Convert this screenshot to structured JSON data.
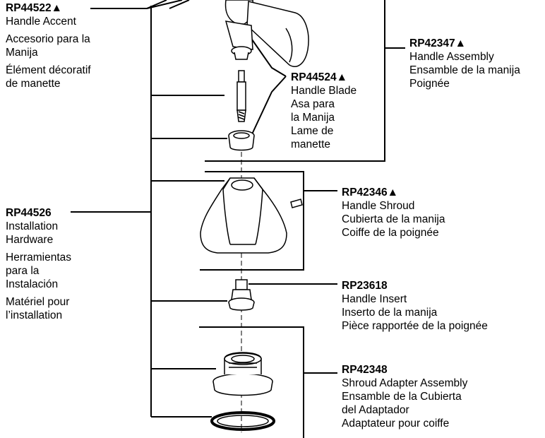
{
  "parts": {
    "rp44522": {
      "part_number": "RP44522▲",
      "en": "Handle Accent",
      "es": [
        "Accesorio para la",
        "Manija"
      ],
      "fr": [
        "Élément décoratif",
        "de manette"
      ]
    },
    "rp44524": {
      "part_number": "RP44524▲",
      "lines": [
        "Handle Blade",
        "Asa para",
        "la Manija",
        "Lame de",
        "manette"
      ]
    },
    "rp42347": {
      "part_number": "RP42347▲",
      "lines": [
        "Handle Assembly",
        "Ensamble de la manija",
        "Poignée"
      ]
    },
    "rp42346": {
      "part_number": "RP42346▲",
      "lines": [
        "Handle Shroud",
        "Cubierta de la manija",
        "Coiffe de la poignée"
      ]
    },
    "rp44526": {
      "part_number": "RP44526",
      "en": [
        "Installation",
        "Hardware"
      ],
      "es": [
        "Herramientas",
        "para la",
        "Instalación"
      ],
      "fr": [
        "Matériel pour",
        "l’installation"
      ]
    },
    "rp23618": {
      "part_number": "RP23618",
      "lines": [
        "Handle Insert",
        "Inserto de la manija",
        "Pièce rapportée de la poignée"
      ]
    },
    "rp42348": {
      "part_number": "RP42348",
      "lines": [
        "Shroud Adapter Assembly",
        "Ensamble de la Cubierta",
        "del Adaptador",
        "Adaptateur pour coiffe"
      ]
    }
  }
}
